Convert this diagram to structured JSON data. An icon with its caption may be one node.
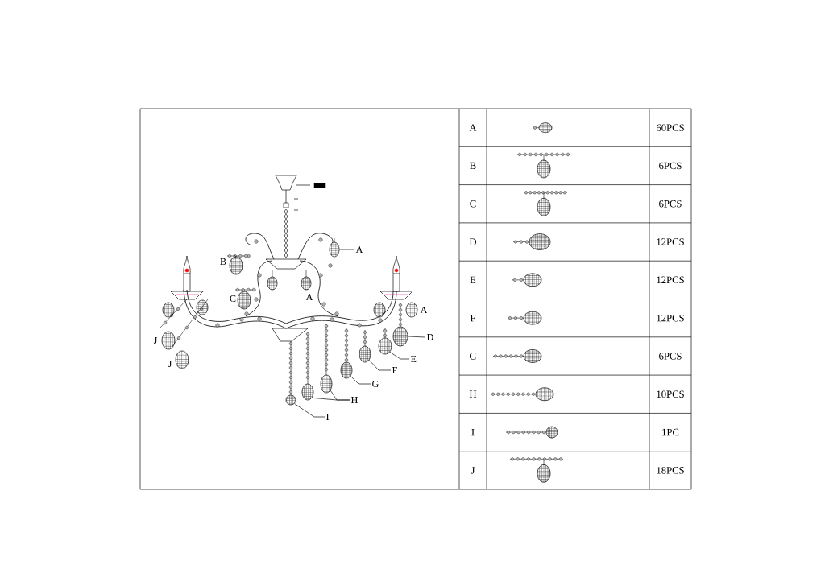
{
  "diagram": {
    "nodes": [
      {
        "text": [
          "A"
        ]
      },
      {
        "text": [
          "D"
        ]
      },
      {
        "text": [
          "E"
        ]
      },
      {
        "text": [
          "F"
        ]
      },
      {
        "text": [
          "G"
        ]
      },
      {
        "text": [
          "H"
        ]
      },
      {
        "text": [
          "I"
        ]
      },
      {
        "text": [],
        "shape": "picture"
      },
      {
        "text": [],
        "shape": "picture"
      },
      {
        "text": [],
        "shape": "picture"
      },
      {
        "text": [],
        "shape": "picture"
      },
      {
        "text": [],
        "shape": "picture"
      },
      {
        "text": [],
        "shape": "picture"
      },
      {
        "text": [],
        "shape": "picture"
      },
      {
        "text": [],
        "shape": "circle"
      }
    ],
    "edges": [
      {
        "from": 0,
        "to": 7,
        "arrow": "none"
      },
      {
        "from": 1,
        "to": 8,
        "arrow": "none"
      },
      {
        "from": 2,
        "to": 9,
        "arrow": "none"
      },
      {
        "from": 3,
        "to": 10,
        "arrow": "none"
      },
      {
        "from": 4,
        "to": 11,
        "arrow": "none"
      },
      {
        "from": 5,
        "to": 12,
        "arrow": "none"
      },
      {
        "from": 5,
        "to": 13,
        "arrow": "none"
      },
      {
        "from": 6,
        "to": 14,
        "arrow": "none"
      }
    ],
    "labels": [
      "B",
      "C",
      "A",
      "A",
      "J",
      "J",
      "A",
      "60PCS",
      "B",
      "6PCS",
      "C",
      "6PCS",
      "D",
      "12PCS",
      "E",
      "12PCS",
      "F",
      "12PCS",
      "G",
      "6PCS",
      "H",
      "10PCS",
      "I",
      "1PC",
      "J",
      "18PCS"
    ]
  }
}
